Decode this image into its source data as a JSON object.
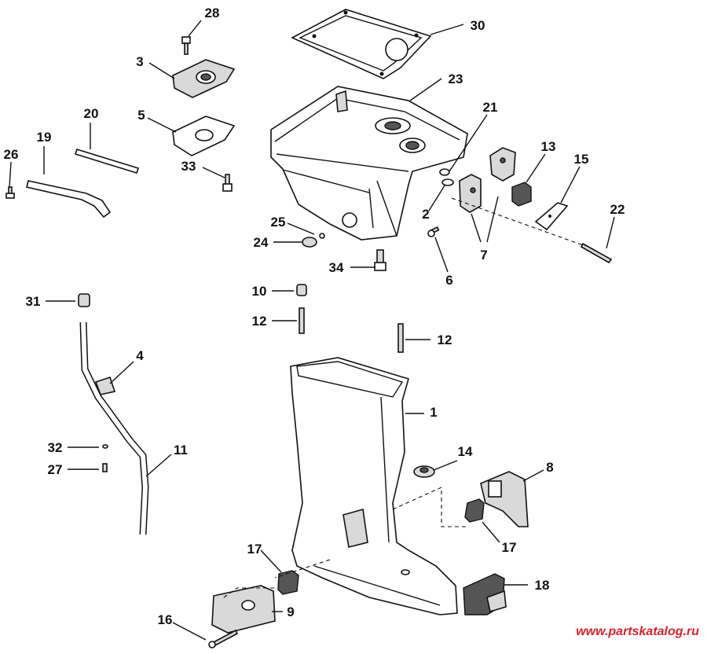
{
  "callouts": [
    {
      "id": "c1",
      "label": "1"
    },
    {
      "id": "c2",
      "label": "2"
    },
    {
      "id": "c3",
      "label": "3"
    },
    {
      "id": "c4",
      "label": "4"
    },
    {
      "id": "c5",
      "label": "5"
    },
    {
      "id": "c6",
      "label": "6"
    },
    {
      "id": "c7",
      "label": "7"
    },
    {
      "id": "c8",
      "label": "8"
    },
    {
      "id": "c9",
      "label": "9"
    },
    {
      "id": "c10",
      "label": "10"
    },
    {
      "id": "c11",
      "label": "11"
    },
    {
      "id": "c12a",
      "label": "12"
    },
    {
      "id": "c12b",
      "label": "12"
    },
    {
      "id": "c13",
      "label": "13"
    },
    {
      "id": "c14",
      "label": "14"
    },
    {
      "id": "c15",
      "label": "15"
    },
    {
      "id": "c16",
      "label": "16"
    },
    {
      "id": "c17a",
      "label": "17"
    },
    {
      "id": "c17b",
      "label": "17"
    },
    {
      "id": "c18",
      "label": "18"
    },
    {
      "id": "c19",
      "label": "19"
    },
    {
      "id": "c20",
      "label": "20"
    },
    {
      "id": "c21",
      "label": "21"
    },
    {
      "id": "c22",
      "label": "22"
    },
    {
      "id": "c23",
      "label": "23"
    },
    {
      "id": "c24",
      "label": "24"
    },
    {
      "id": "c25",
      "label": "25"
    },
    {
      "id": "c26",
      "label": "26"
    },
    {
      "id": "c27",
      "label": "27"
    },
    {
      "id": "c28",
      "label": "28"
    },
    {
      "id": "c30",
      "label": "30"
    },
    {
      "id": "c31",
      "label": "31"
    },
    {
      "id": "c32",
      "label": "32"
    },
    {
      "id": "c33",
      "label": "33"
    },
    {
      "id": "c34",
      "label": "34"
    }
  ],
  "watermark": "www.partskatalog.ru",
  "colors": {
    "ink": "#111111",
    "watermark": "#d8232a",
    "background": "#ffffff"
  }
}
